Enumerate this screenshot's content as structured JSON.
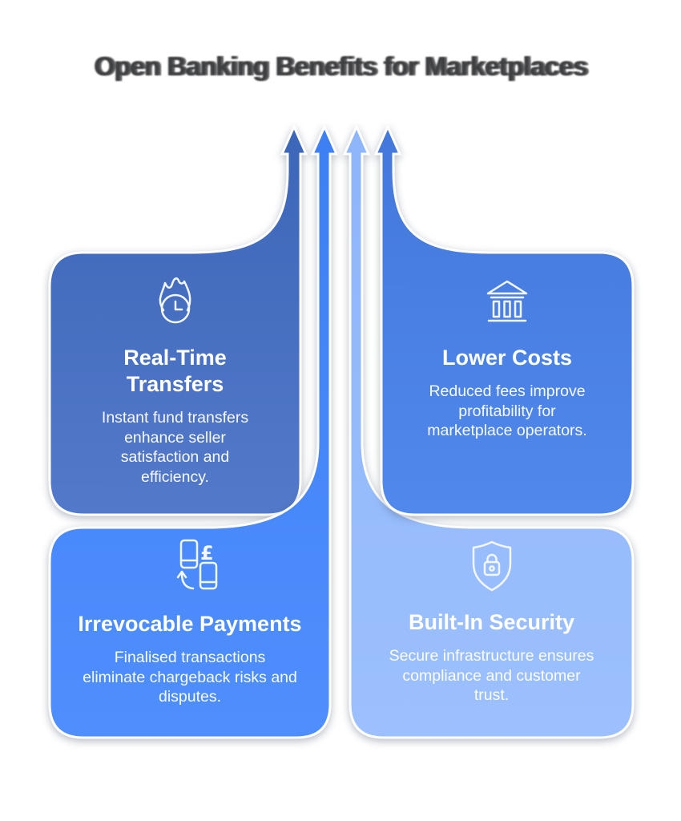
{
  "title": "Open Banking Benefits for Marketplaces",
  "cards": [
    {
      "id": "real-time-transfers",
      "icon": "flame-clock-icon",
      "heading": "Real-Time\nTransfers",
      "body": "Instant fund transfers\nenhance seller\nsatisfaction and\nefficiency.",
      "color_top": "#3c66b8",
      "color_bottom": "#5379ca"
    },
    {
      "id": "lower-costs",
      "icon": "bank-icon",
      "heading": "Lower Costs",
      "body": "Reduced fees improve\nprofitability for\nmarketplace operators.",
      "color_top": "#4478da",
      "color_bottom": "#5088ec"
    },
    {
      "id": "irrevocable-payments",
      "icon": "phone-transfer-icon",
      "heading": "Irrevocable Payments",
      "body": "Finalised transactions\neliminate chargeback risks and\ndisputes.",
      "color_top": "#3d80f3",
      "color_bottom": "#4f8efd"
    },
    {
      "id": "built-in-security",
      "icon": "shield-lock-icon",
      "heading": "Built-In Security",
      "body": "Secure infrastructure ensures\ncompliance and customer\ntrust.",
      "color_top": "#8fb5fa",
      "color_bottom": "#9cc0fd"
    }
  ],
  "arrows": [
    {
      "name": "arrow-real-time-transfers"
    },
    {
      "name": "arrow-irrevocable-payments"
    },
    {
      "name": "arrow-built-in-security"
    },
    {
      "name": "arrow-lower-costs"
    }
  ],
  "colors": {
    "background": "#ffffff",
    "title_text": "#3f4042",
    "card_text": "#ffffff",
    "shape_outline": "#ffffff"
  }
}
